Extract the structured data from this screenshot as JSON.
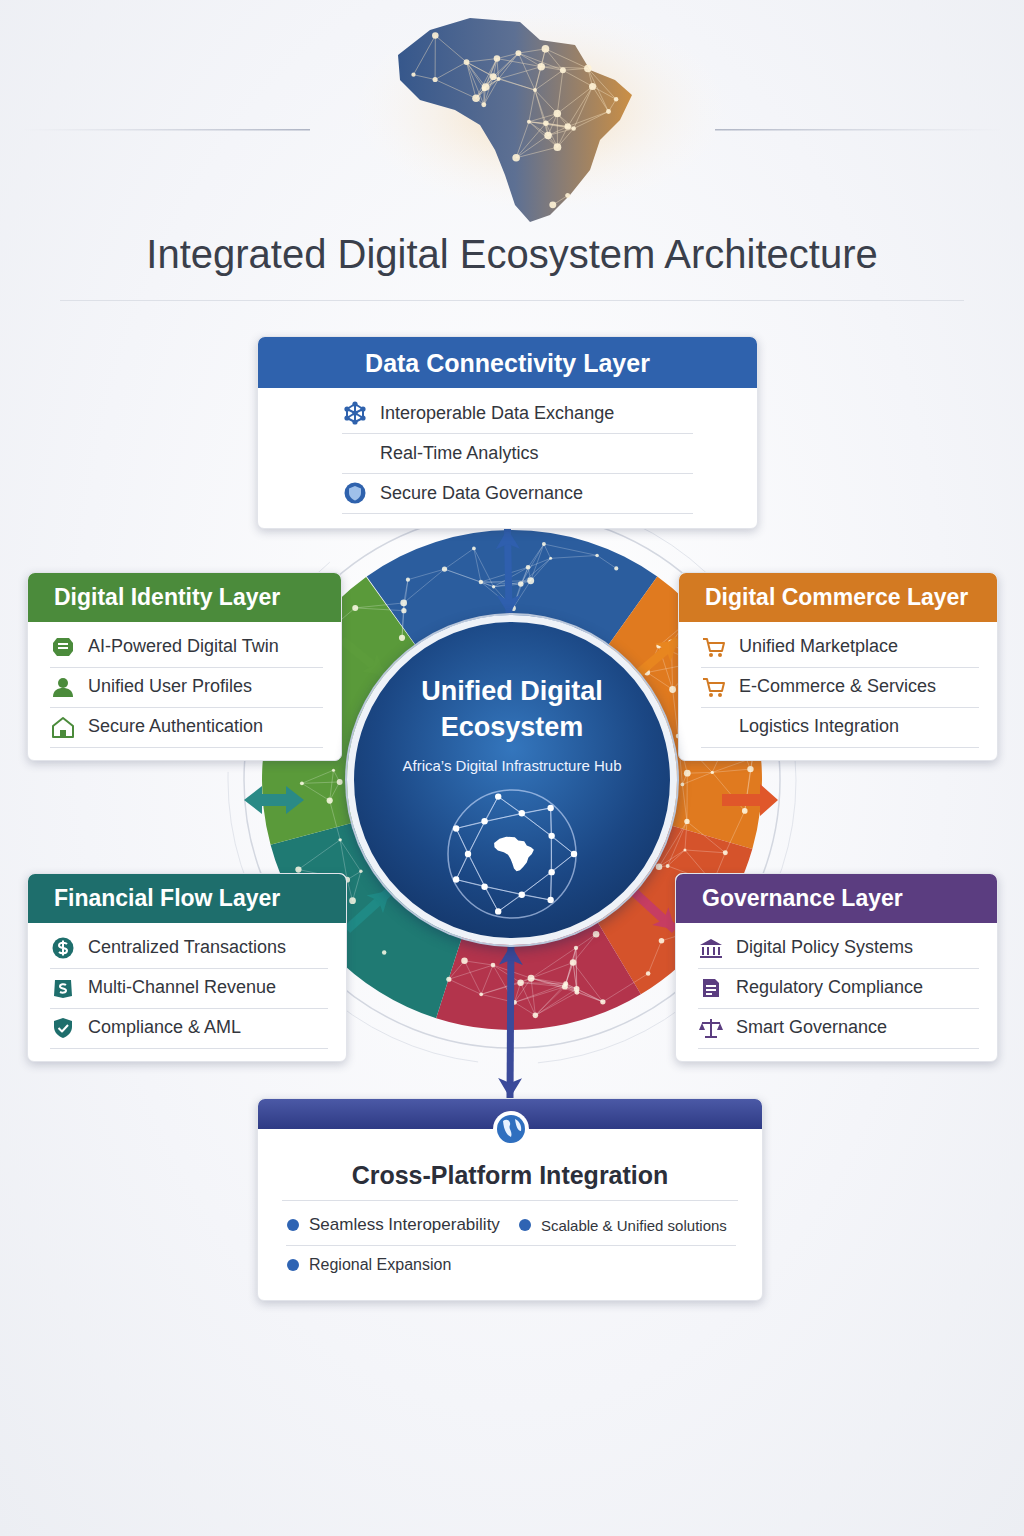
{
  "diagram": {
    "title": "Integrated Digital Ecosystem Architecture",
    "nodes": [
      {
        "text": [
          "Data Connectivity Layer",
          "Interoperable Data Exchange",
          "Real-Time Analytics",
          "Secure Data Governance"
        ]
      },
      {
        "text": [
          "Digital Identity Layer",
          "AI-Powered Digital Twin",
          "Unified User Profiles",
          "Secure Authentication"
        ]
      },
      {
        "text": [
          "Digital Commerce Layer",
          "Unified Marketplace",
          "E-Commerce & Services",
          "Logistics Integration"
        ]
      },
      {
        "text": [
          "Unified Digital Ecosystem",
          "Africa’s Digital Infrastructure Hub"
        ]
      },
      {
        "text": [
          "Financial Flow Layer",
          "Centralized Transactions",
          "Multi-Channel Revenue",
          "Compliance & AML"
        ]
      },
      {
        "text": [
          "Governance Layer",
          "Digital Policy Systems",
          "Regulatory Compliance",
          "Smart Governance"
        ]
      },
      {
        "text": [
          "Cross-Platform Integration",
          "Seamless Interoperability",
          "Scalable & Unified solutions",
          "Regional Expansion"
        ]
      }
    ],
    "edges": [
      {
        "from": 0,
        "to": 3,
        "arrow": "both"
      },
      {
        "from": 1,
        "to": 3,
        "arrow": "to"
      },
      {
        "from": 3,
        "to": 2,
        "arrow": "to"
      },
      {
        "from": 4,
        "to": 3,
        "arrow": "to"
      },
      {
        "from": 3,
        "to": 5,
        "arrow": "to"
      },
      {
        "from": 3,
        "to": 6,
        "arrow": "both"
      }
    ]
  }
}
